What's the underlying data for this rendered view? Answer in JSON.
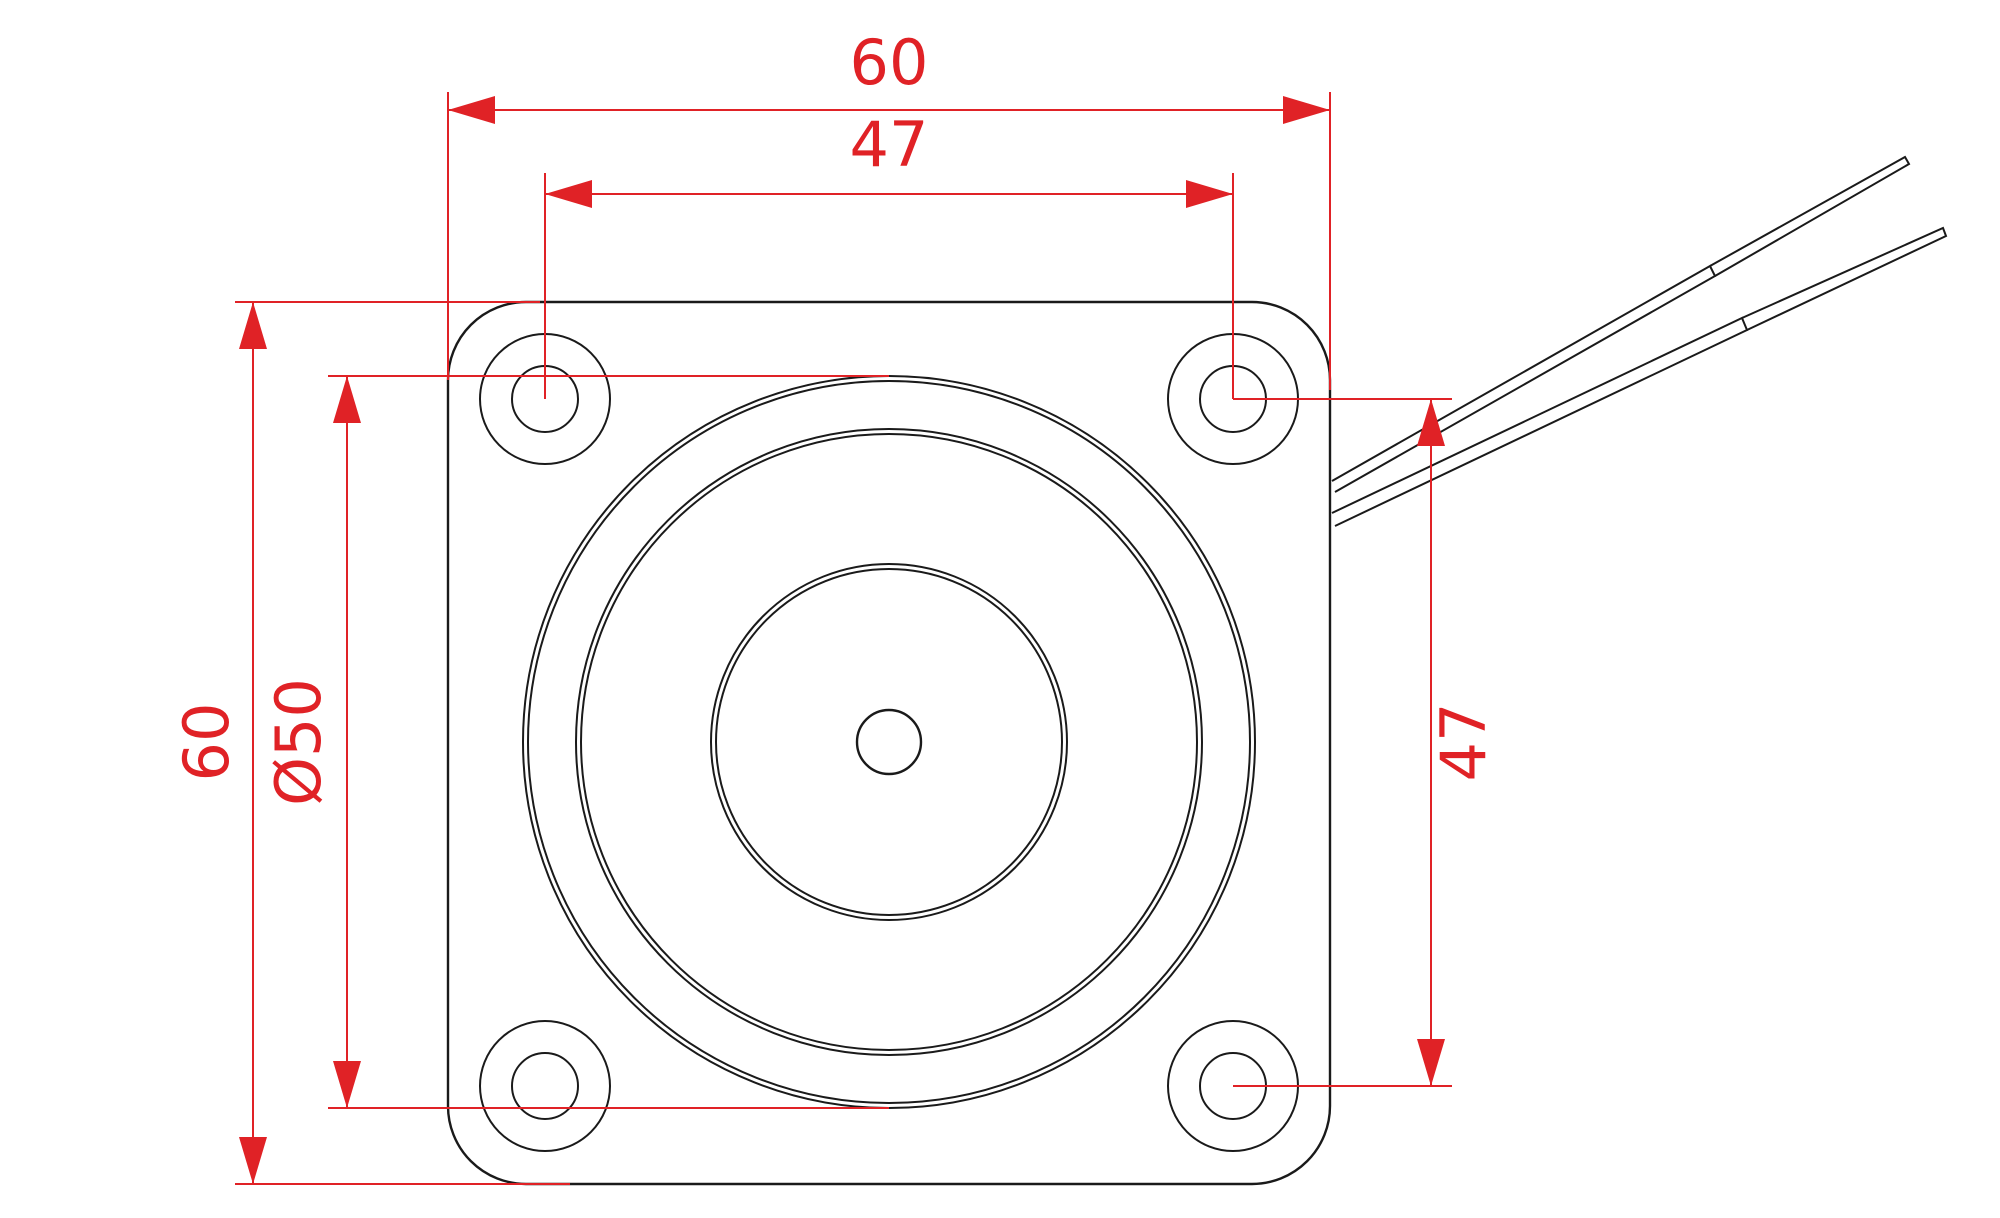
{
  "colors": {
    "outline": "#1a1a1a",
    "dimension": "#e02226",
    "background": "#ffffff"
  },
  "dimensions": {
    "overall_width": "60",
    "hole_spacing_horizontal": "47",
    "overall_height": "60",
    "body_diameter": "Ø50",
    "hole_spacing_vertical": "47"
  }
}
